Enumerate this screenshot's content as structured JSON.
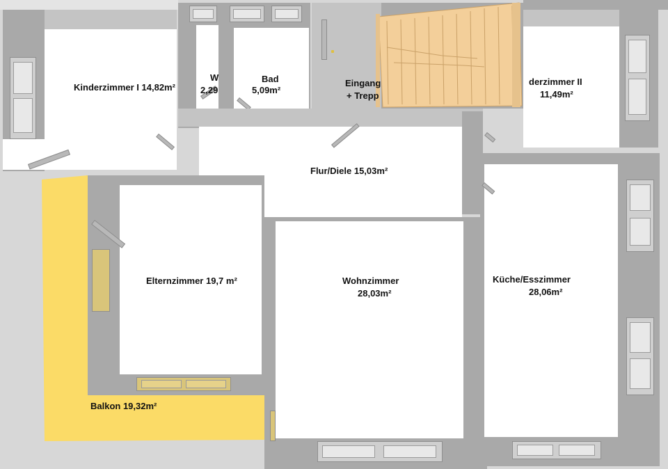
{
  "colors": {
    "background": "#d7d7d7",
    "floor": "#ffffff",
    "wall": "#a9a9a9",
    "balcony": "#fbdb67",
    "stairs": "#f3cf9a"
  },
  "rooms": {
    "kinderzimmer1": {
      "label": "Kinderzimmer I 14,82m²"
    },
    "wc": {
      "label": "W",
      "area": "2,29"
    },
    "bad": {
      "label": "Bad",
      "area": "5,09m²"
    },
    "eingang": {
      "label": "Eingang",
      "sub": "+ Trepp"
    },
    "kinderzimmer2": {
      "label": "derzimmer II",
      "area": "11,49m²"
    },
    "flur": {
      "label": "Flur/Diele 15,03m²"
    },
    "eltern": {
      "label": "Elternzimmer 19,7 m²"
    },
    "wohn": {
      "label": "Wohnzimmer",
      "area": "28,03m²"
    },
    "kueche": {
      "label": "Küche/Esszimmer",
      "area": "28,06m²"
    },
    "balkon": {
      "label": "Balkon 19,32m²"
    }
  },
  "icons": {
    "staircase": "staircase-icon",
    "door": "door-icon",
    "window": "window-icon"
  }
}
